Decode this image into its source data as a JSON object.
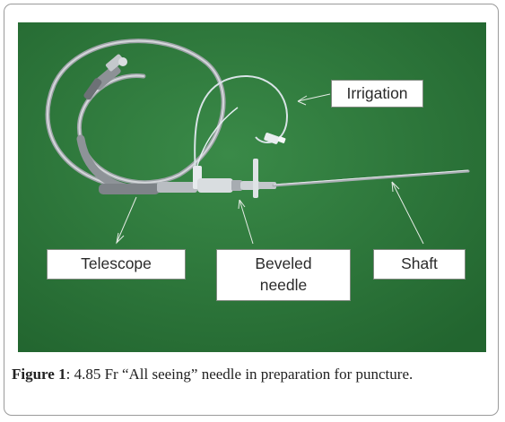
{
  "figure": {
    "callouts": {
      "irrigation": "Irrigation",
      "telescope": "Telescope",
      "beveled_needle": "Beveled\nneedle",
      "shaft": "Shaft"
    },
    "caption": {
      "label": "Figure 1",
      "separator": ": ",
      "text": "4.85 Fr “All seeing” needle in preparation for puncture."
    }
  },
  "colors": {
    "background": "#2f7a3e",
    "callout_border": "#7f8a7f",
    "cable": "#b8bcc0",
    "metal": "#c9cdd2"
  }
}
